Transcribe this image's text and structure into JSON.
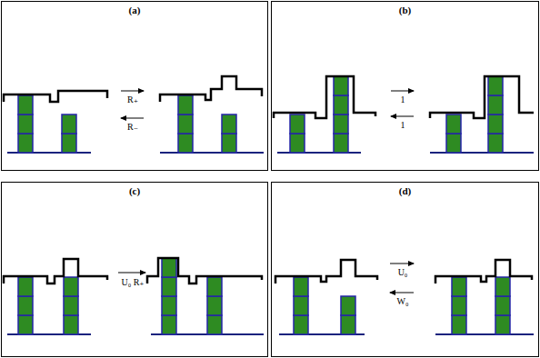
{
  "diagram": {
    "nodes": [
      {
        "text": [
          "(a)"
        ]
      },
      {
        "text": [
          "(b)"
        ]
      },
      {
        "text": [
          "(c)"
        ]
      },
      {
        "text": [
          "(d)"
        ]
      }
    ],
    "labels": [
      "R₊",
      "R₋",
      "1",
      "1",
      "U₀ R₊",
      "U₀",
      "W₀"
    ]
  }
}
